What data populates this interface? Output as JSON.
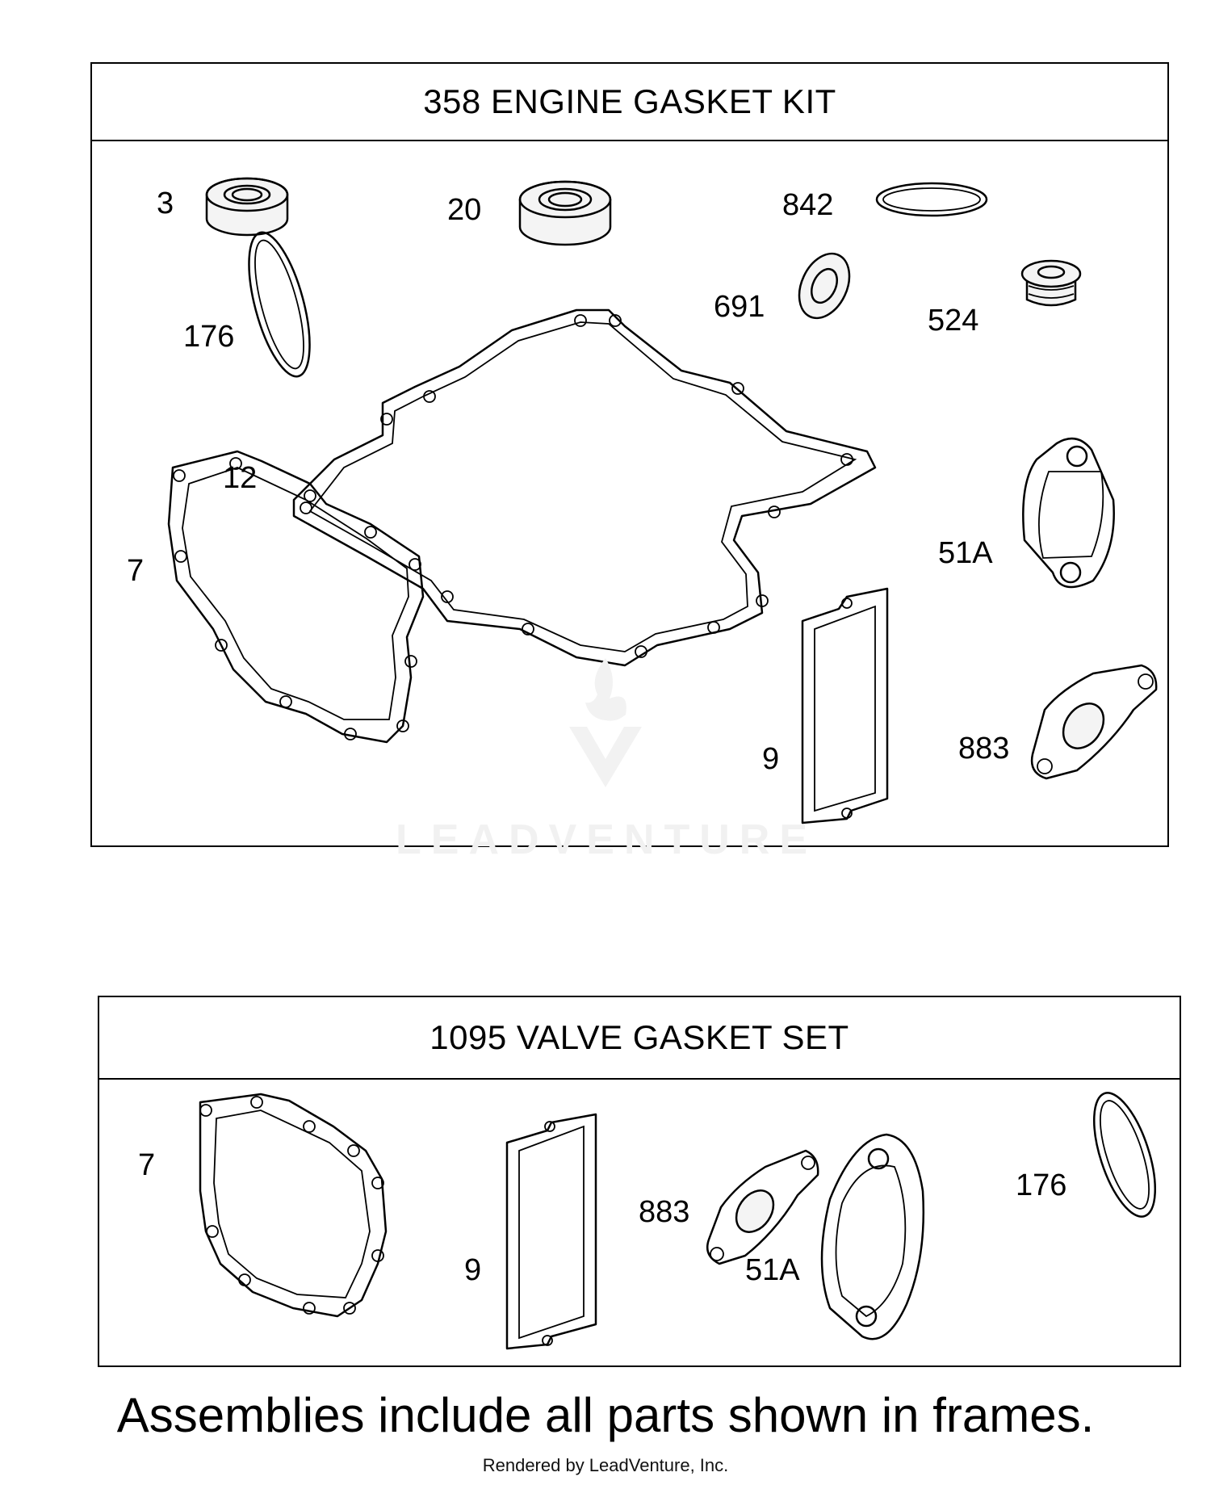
{
  "engine_kit": {
    "title": "358 ENGINE GASKET KIT",
    "callouts": {
      "p3": "3",
      "p20": "20",
      "p842": "842",
      "p176": "176",
      "p691": "691",
      "p524": "524",
      "p12": "12",
      "p7": "7",
      "p51a": "51A",
      "p9": "9",
      "p883": "883"
    }
  },
  "valve_set": {
    "title": "1095 VALVE GASKET SET",
    "callouts": {
      "p7": "7",
      "p9": "9",
      "p883": "883",
      "p51a": "51A",
      "p176": "176"
    }
  },
  "footer_note": "Assemblies include all parts shown in frames.",
  "credit": "Rendered by LeadVenture, Inc.",
  "watermark": "LEADVENTURE"
}
